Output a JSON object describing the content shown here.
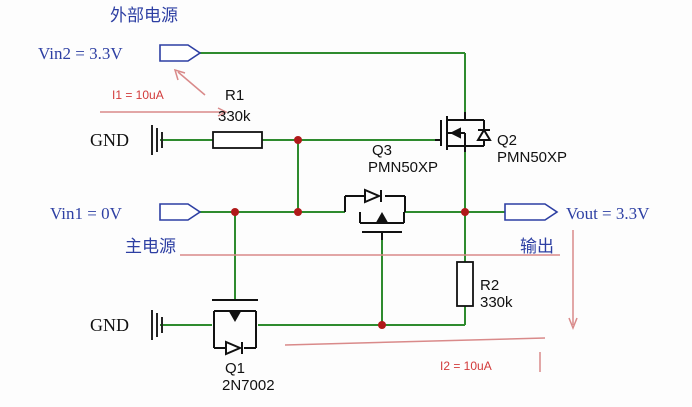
{
  "labels": {
    "ext_power": "外部电源",
    "main_power": "主电源",
    "output": "输出",
    "vin2": "Vin2 = 3.3V",
    "vin1": "Vin1 = 0V",
    "vout": "Vout = 3.3V",
    "gnd_top": "GND",
    "gnd_bottom": "GND"
  },
  "components": {
    "r1_name": "R1",
    "r1_value": "330k",
    "r2_name": "R2",
    "r2_value": "330k",
    "q1_name": "Q1",
    "q1_part": "2N7002",
    "q2_name": "Q2",
    "q2_part": "PMN50XP",
    "q3_name": "Q3",
    "q3_part": "PMN50XP"
  },
  "annotations": {
    "i1": "I1 = 10uA",
    "i2": "I2 = 10uA"
  },
  "colors": {
    "wire": "#2e8b2e",
    "label_blue": "#2d3fa3",
    "junction": "#b01a1a",
    "annotation_red": "#d23a3a",
    "component": "#111111"
  }
}
